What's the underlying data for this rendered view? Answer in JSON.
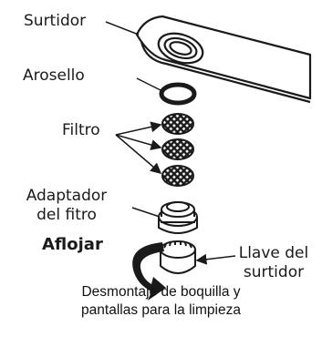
{
  "labels": {
    "spout": "Surtidor",
    "oring": "Arosello",
    "filter": "Filtro",
    "adapter_line1": "Adaptador",
    "adapter_line2": "del fitro",
    "loosen": "Aflojar",
    "wrench_line1": "Llave del",
    "wrench_line2": "surtidor"
  },
  "caption": {
    "line1": "Desmontaje de boquilla y",
    "line2": "pantallas para la limpieza"
  },
  "colors": {
    "stroke": "#1a1a1a",
    "fill": "#ffffff"
  }
}
